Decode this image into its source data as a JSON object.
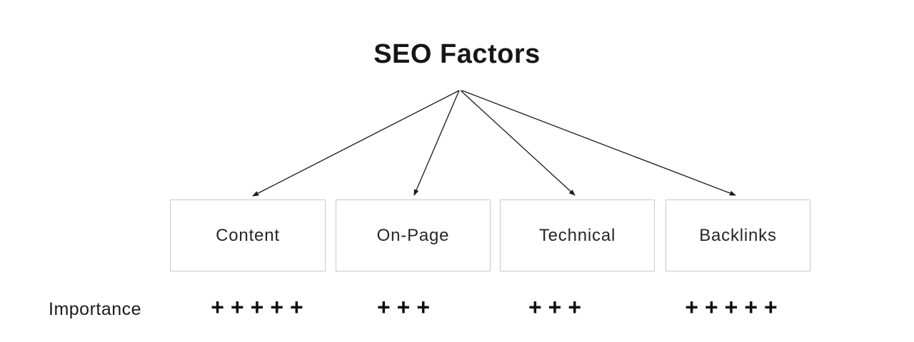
{
  "title": "SEO Factors",
  "importance_row": {
    "label": "Importance"
  },
  "factors": [
    {
      "label": "Content",
      "importance_plusses": "+++++",
      "importance_level": 5
    },
    {
      "label": "On-Page",
      "importance_plusses": "+++",
      "importance_level": 3
    },
    {
      "label": "Technical",
      "importance_plusses": "+++",
      "importance_level": 3
    },
    {
      "label": "Backlinks",
      "importance_plusses": "+++++",
      "importance_level": 5
    }
  ],
  "colors": {
    "background": "#ffffff",
    "text": "#161616",
    "box_border": "#c9c9c9",
    "arrow": "#1a1a1a"
  }
}
